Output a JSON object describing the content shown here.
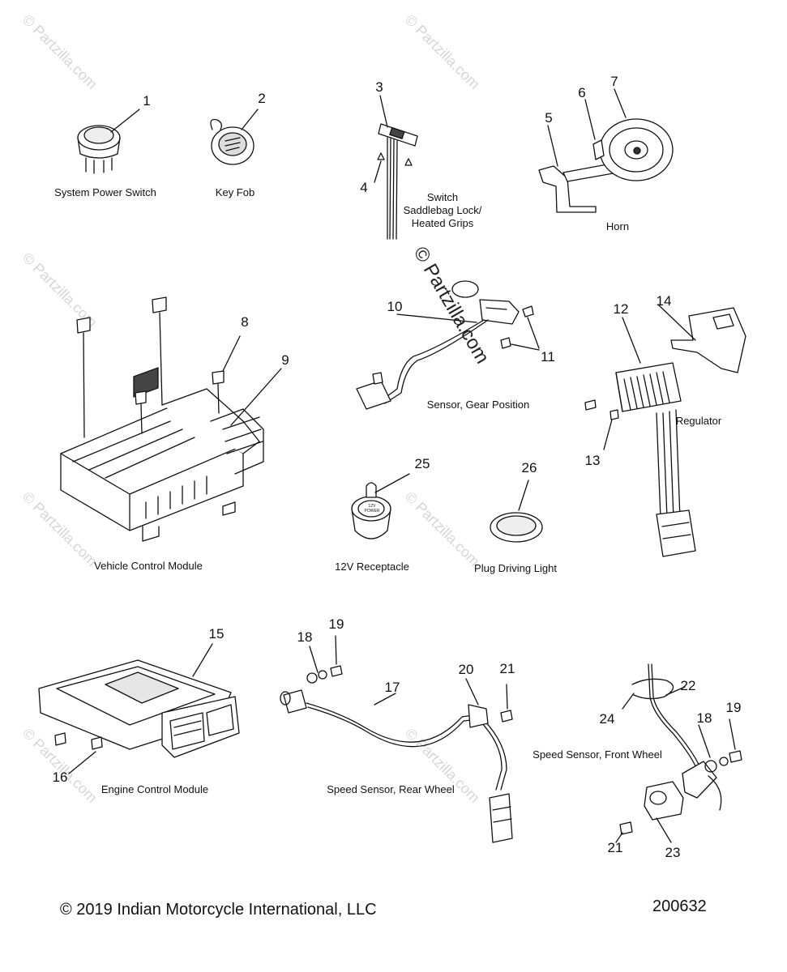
{
  "watermark": {
    "text": "© Partzilla.com"
  },
  "center_watermark": "© Partzilla.com",
  "captions": {
    "system_power_switch": "System Power Switch",
    "key_fob": "Key Fob",
    "switch_l1": "Switch",
    "switch_l2": "Saddlebag Lock/",
    "switch_l3": "Heated Grips",
    "horn": "Horn",
    "sensor_gear_position": "Sensor, Gear Position",
    "regulator": "Regulator",
    "vehicle_control_module": "Vehicle Control Module",
    "receptacle_12v": "12V Receptacle",
    "plug_driving_light": "Plug Driving Light",
    "engine_control_module": "Engine Control Module",
    "speed_sensor_rear": "Speed Sensor, Rear Wheel",
    "speed_sensor_front": "Speed Sensor, Front Wheel"
  },
  "callouts": {
    "c1": "1",
    "c2": "2",
    "c3": "3",
    "c4": "4",
    "c5": "5",
    "c6": "6",
    "c7": "7",
    "c8": "8",
    "c9": "9",
    "c10": "10",
    "c11": "11",
    "c12": "12",
    "c13": "13",
    "c14": "14",
    "c15": "15",
    "c16": "16",
    "c17": "17",
    "c18a": "18",
    "c19a": "19",
    "c20": "20",
    "c21a": "21",
    "c22": "22",
    "c23": "23",
    "c24": "24",
    "c25": "25",
    "c26": "26",
    "c18b": "18",
    "c19b": "19",
    "c21b": "21"
  },
  "receptacle_cap_text": "12V POWER",
  "footer": {
    "copyright": "© 2019 Indian Motorcycle International, LLC",
    "diagram_id": "200632"
  }
}
